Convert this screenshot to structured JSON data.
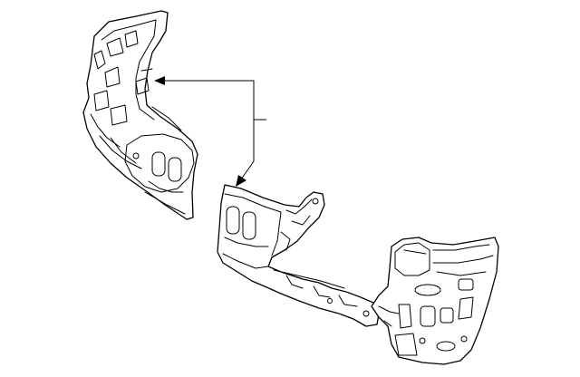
{
  "diagram": {
    "background": "#ffffff",
    "line_color": "#000000",
    "parts": [
      {
        "name": "upper-left-panel"
      },
      {
        "name": "center-bracket-panel"
      },
      {
        "name": "lower-right-panel"
      }
    ],
    "callout": {
      "label": "",
      "targets": 2
    }
  }
}
